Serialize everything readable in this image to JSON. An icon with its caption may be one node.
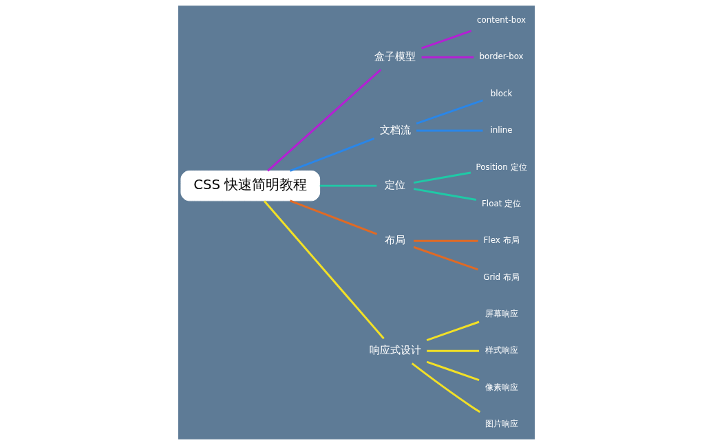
{
  "diagram": {
    "nodes": [
      {
        "text": [
          "CSS 快速简明教程"
        ]
      },
      {
        "text": [
          "盒子模型"
        ]
      },
      {
        "text": [
          "content-box"
        ]
      },
      {
        "text": [
          "border-box"
        ]
      },
      {
        "text": [
          "文档流"
        ]
      },
      {
        "text": [
          "block"
        ]
      },
      {
        "text": [
          "inline"
        ]
      },
      {
        "text": [
          "定位"
        ]
      },
      {
        "text": [
          "Position 定位"
        ]
      },
      {
        "text": [
          "Float 定位"
        ]
      },
      {
        "text": [
          "布局"
        ]
      },
      {
        "text": [
          "Flex 布局"
        ]
      },
      {
        "text": [
          "Grid 布局"
        ]
      },
      {
        "text": [
          "响应式设计"
        ]
      },
      {
        "text": [
          "屏幕响应"
        ]
      },
      {
        "text": [
          "样式响应"
        ]
      },
      {
        "text": [
          "像素响应"
        ]
      },
      {
        "text": [
          "图片响应"
        ]
      }
    ],
    "edges": [
      {
        "from": 0,
        "to": 1,
        "arrow": "none",
        "color": "#b51fd4"
      },
      {
        "from": 1,
        "to": 2,
        "arrow": "none",
        "color": "#b51fd4"
      },
      {
        "from": 1,
        "to": 3,
        "arrow": "none",
        "color": "#b51fd4"
      },
      {
        "from": 0,
        "to": 4,
        "arrow": "none",
        "color": "#2a86e8"
      },
      {
        "from": 4,
        "to": 5,
        "arrow": "none",
        "color": "#2a86e8"
      },
      {
        "from": 4,
        "to": 6,
        "arrow": "none",
        "color": "#2a86e8"
      },
      {
        "from": 0,
        "to": 7,
        "arrow": "none",
        "color": "#1fc9a6"
      },
      {
        "from": 7,
        "to": 8,
        "arrow": "none",
        "color": "#1fc9a6"
      },
      {
        "from": 7,
        "to": 9,
        "arrow": "none",
        "color": "#1fc9a6"
      },
      {
        "from": 0,
        "to": 10,
        "arrow": "none",
        "color": "#e06a25"
      },
      {
        "from": 10,
        "to": 11,
        "arrow": "none",
        "color": "#e06a25"
      },
      {
        "from": 10,
        "to": 12,
        "arrow": "none",
        "color": "#e06a25"
      },
      {
        "from": 0,
        "to": 13,
        "arrow": "none",
        "color": "#f2e026"
      },
      {
        "from": 13,
        "to": 14,
        "arrow": "none",
        "color": "#f2e026"
      },
      {
        "from": 13,
        "to": 15,
        "arrow": "none",
        "color": "#f2e026"
      },
      {
        "from": 13,
        "to": 16,
        "arrow": "none",
        "color": "#f2e026"
      },
      {
        "from": 13,
        "to": 17,
        "arrow": "none",
        "color": "#f2e026"
      }
    ]
  }
}
